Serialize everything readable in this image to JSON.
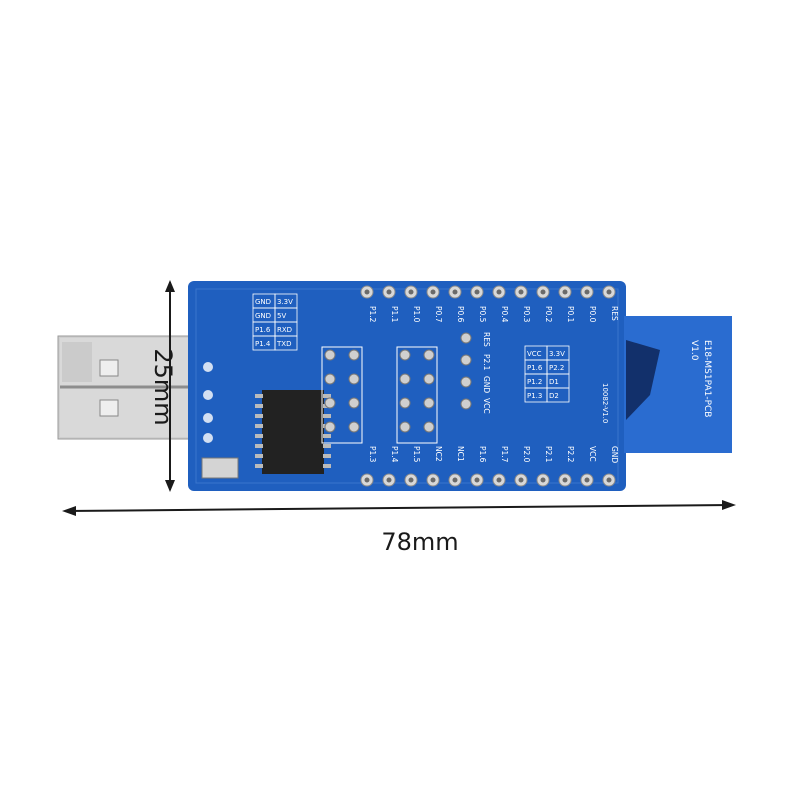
{
  "dimensions": {
    "height_label": "25mm",
    "width_label": "78mm"
  },
  "board": {
    "module_label": "E18-MS1PA1-PCB",
    "module_version": "V1.0",
    "board_version": "10082-V1.0",
    "top_pins": [
      "P1.2",
      "P1.1",
      "P1.0",
      "P0.7",
      "P0.6",
      "P0.5",
      "P0.4",
      "P0.3",
      "P0.2",
      "P0.1",
      "P0.0",
      "RES"
    ],
    "bottom_pins": [
      "P1.3",
      "P1.4",
      "P1.5",
      "NC2",
      "NC1",
      "P1.6",
      "P1.7",
      "P2.0",
      "P2.1",
      "P2.2",
      "VCC",
      "GND"
    ],
    "jumper_table_left": [
      [
        "GND",
        "3.3V"
      ],
      [
        "GND",
        "5V"
      ],
      [
        "P1.6",
        "RXD"
      ],
      [
        "P1.4",
        "TXD"
      ]
    ],
    "jumper_table_right": [
      [
        "VCC",
        "3.3V"
      ],
      [
        "P1.6",
        "P2.2"
      ],
      [
        "P1.2",
        "D1"
      ],
      [
        "P1.3",
        "D2"
      ]
    ],
    "center_labels": [
      "RES",
      "P2.1",
      "GND",
      "VCC"
    ],
    "colors": {
      "pcb": "#1f5fbf",
      "pcb_dark": "#164a9a",
      "antenna": "#2a6cd0",
      "usb_metal": "#c9c9c9",
      "chip": "#222222"
    }
  }
}
